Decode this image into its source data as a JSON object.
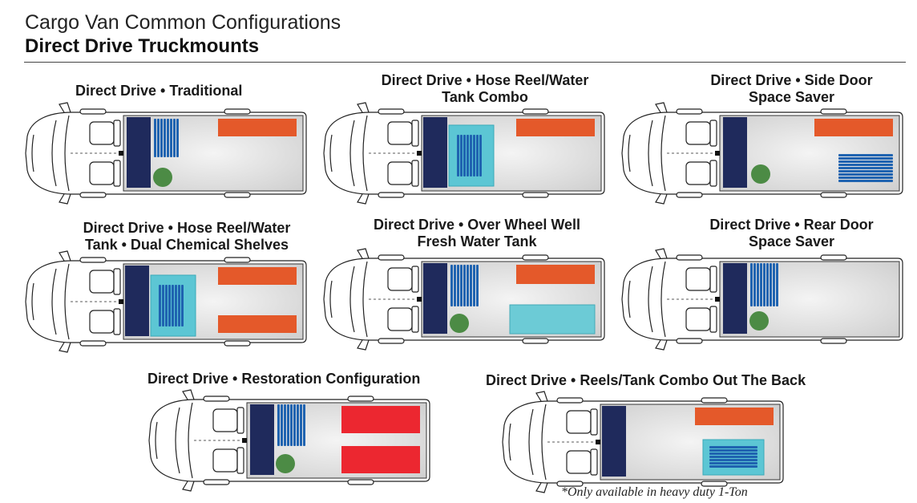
{
  "header": {
    "title": "Cargo Van Common Configurations",
    "subtitle": "Direct Drive Truckmounts"
  },
  "colors": {
    "truckmount": "#1f2a5c",
    "hose_reel": "#1f63b0",
    "reel_tank_bg": "#5cc6d4",
    "water_tank": "#6ccbd6",
    "chemical_shelf": "#e4592a",
    "restoration_shelf": "#ec2730",
    "chemical_jug": "#4c8b45",
    "cargo_floor": "#e6e6e6"
  },
  "configurations": [
    {
      "id": "traditional",
      "line1": "Direct Drive • Traditional",
      "line2": ""
    },
    {
      "id": "hose-reel-water-tank-combo",
      "line1": "Direct Drive • Hose Reel/Water",
      "line2": "Tank Combo"
    },
    {
      "id": "side-door-space-saver",
      "line1": "Direct Drive • Side Door",
      "line2": "Space Saver"
    },
    {
      "id": "dual-chemical-shelves",
      "line1": "Direct Drive • Hose Reel/Water",
      "line2": "Tank • Dual Chemical Shelves"
    },
    {
      "id": "over-wheel-well-fresh-water-tank",
      "line1": "Direct Drive • Over Wheel Well",
      "line2": "Fresh Water Tank"
    },
    {
      "id": "rear-door-space-saver",
      "line1": "Direct Drive • Rear Door",
      "line2": "Space Saver"
    },
    {
      "id": "restoration-configuration",
      "line1": "Direct Drive • Restoration Configuration",
      "line2": ""
    },
    {
      "id": "reels-tank-combo-out-the-back",
      "line1": "Direct Drive • Reels/Tank Combo Out The Back",
      "line2": ""
    }
  ],
  "footnote": "*Only available in heavy duty 1-Ton"
}
